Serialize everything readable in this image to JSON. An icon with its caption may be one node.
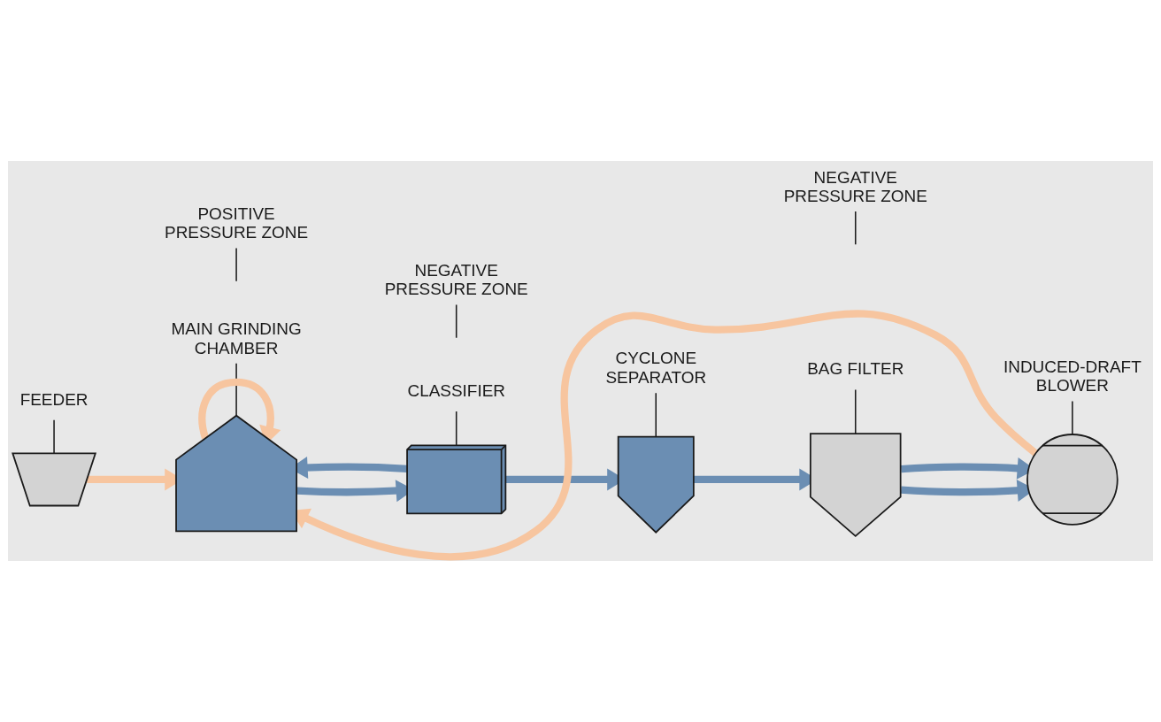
{
  "diagram": {
    "nodes": [
      {
        "text": [
          "CLASSIFIER"
        ]
      },
      {
        "text": [],
        "shape": "picture"
      },
      {
        "text": [
          "CYCLONE SEPARATOR"
        ]
      },
      {
        "text": [],
        "shape": "picture"
      },
      {
        "text": [
          "BAG FILTER"
        ]
      },
      {
        "text": [],
        "shape": "picture"
      },
      {
        "text": [
          "MAIN GRINDING CHAMBER"
        ]
      },
      {
        "text": [],
        "shape": "picture"
      },
      {
        "text": [
          "FEEDER"
        ]
      },
      {
        "text": [],
        "shape": "picture"
      },
      {
        "text": [
          "NEGATIVE PRESSURE ZONE"
        ]
      },
      {
        "text": [
          "NEGATIVE PRESSURE ZONE"
        ]
      },
      {
        "text": [],
        "shape": "picture"
      },
      {
        "text": [
          "POSITIVE PRESSURE ZONE"
        ]
      },
      {
        "text": [
          "INDUCED-DRAFT BLOWER"
        ]
      }
    ],
    "edges": [
      {
        "from": 0,
        "to": 1,
        "arrow": "none"
      },
      {
        "from": 2,
        "to": 3,
        "arrow": "none"
      },
      {
        "from": 4,
        "to": 5,
        "arrow": "none"
      },
      {
        "from": 6,
        "to": 7,
        "arrow": "none"
      },
      {
        "from": 8,
        "to": 9,
        "arrow": "none"
      },
      {
        "from": 10,
        "to": null,
        "arrow": "none"
      },
      {
        "from": 11,
        "to": null,
        "arrow": "none"
      },
      {
        "from": 13,
        "to": null,
        "arrow": "none"
      },
      {
        "from": 14,
        "to": 12,
        "arrow": "none"
      },
      {
        "from": 9,
        "to": 7,
        "arrow": "to",
        "style": "thick",
        "color": "#f7c59f"
      },
      {
        "from": 7,
        "to": 1,
        "arrow": "to",
        "style": "thick",
        "color": "#6b8eb3"
      },
      {
        "from": 1,
        "to": 3,
        "arrow": "to",
        "style": "thick",
        "color": "#6b8eb3"
      },
      {
        "from": 3,
        "to": 5,
        "arrow": "to",
        "style": "thick",
        "color": "#6b8eb3"
      },
      {
        "from": 5,
        "to": 12,
        "arrow": "to",
        "style": "thick",
        "color": "#6b8eb3"
      },
      {
        "from": 5,
        "to": 12,
        "arrow": "to",
        "style": "thick",
        "color": "#6b8eb3"
      },
      {
        "from": 1,
        "to": 7,
        "arrow": "to",
        "style": "thick",
        "color": "#6b8eb3"
      },
      {
        "from": 12,
        "to": 7,
        "arrow": "to",
        "style": "thick",
        "color": "#f7c59f"
      },
      {
        "from": 7,
        "to": 7,
        "arrow": "to",
        "style": "thick",
        "color": "#f7c59f"
      }
    ]
  }
}
